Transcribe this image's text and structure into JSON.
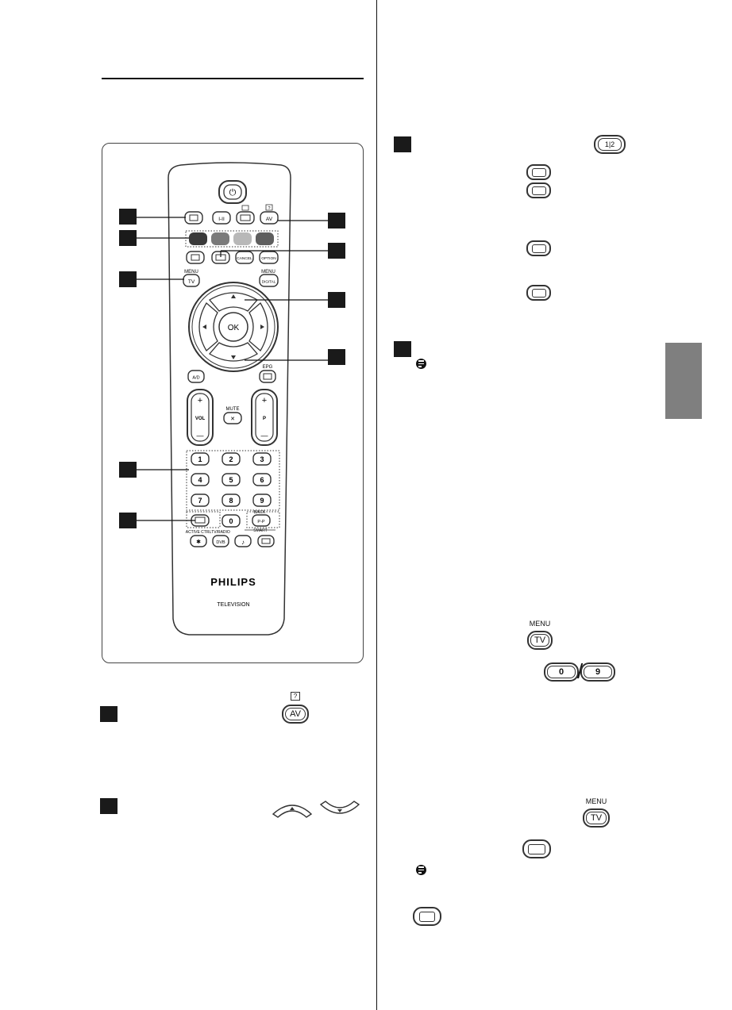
{
  "remote": {
    "power_symbol": "⏻",
    "top_row": [
      "",
      "I-II",
      "",
      "AV"
    ],
    "top_row_small_labels": [
      "?"
    ],
    "color_keys": [
      "#3a3a3a",
      "#7a7a7a",
      "#b8b8b8",
      "#5e5e5e"
    ],
    "row3": [
      "",
      "",
      "CANCEL",
      "OPTION"
    ],
    "menu_tv_small": "MENU",
    "menu_tv": "TV",
    "menu_digital_small": "MENU",
    "menu_digital": "DIGITAL",
    "ok": "OK",
    "ad": "A/D",
    "epg": "EPG",
    "vol_plus": "+",
    "vol": "VOL",
    "vol_minus": "—",
    "mute": "MUTE",
    "p_plus": "+",
    "p": "P",
    "p_minus": "—",
    "digits": [
      "1",
      "2",
      "3",
      "4",
      "5",
      "6",
      "7",
      "8",
      "9",
      "0"
    ],
    "back": "BACK",
    "pp": "P-P",
    "active_ctrl": "ACTIVE CTRL",
    "tv_radio": "TV/RADIO",
    "smart": "SMART",
    "dvb": "DVB",
    "brand": "PHILIPS",
    "television": "TELEVISION"
  },
  "inline_keys": {
    "av_small": "?",
    "av": "AV",
    "menu_small_1": "MENU",
    "tv_1": "TV",
    "zero": "0",
    "slash": "/",
    "nine": "9",
    "menu_small_2": "MENU",
    "tv_2": "TV",
    "split": "1|2"
  },
  "colors": {
    "marker": "#1a1a1a",
    "side_tab": "#7f7f7f",
    "line": "#111111"
  }
}
